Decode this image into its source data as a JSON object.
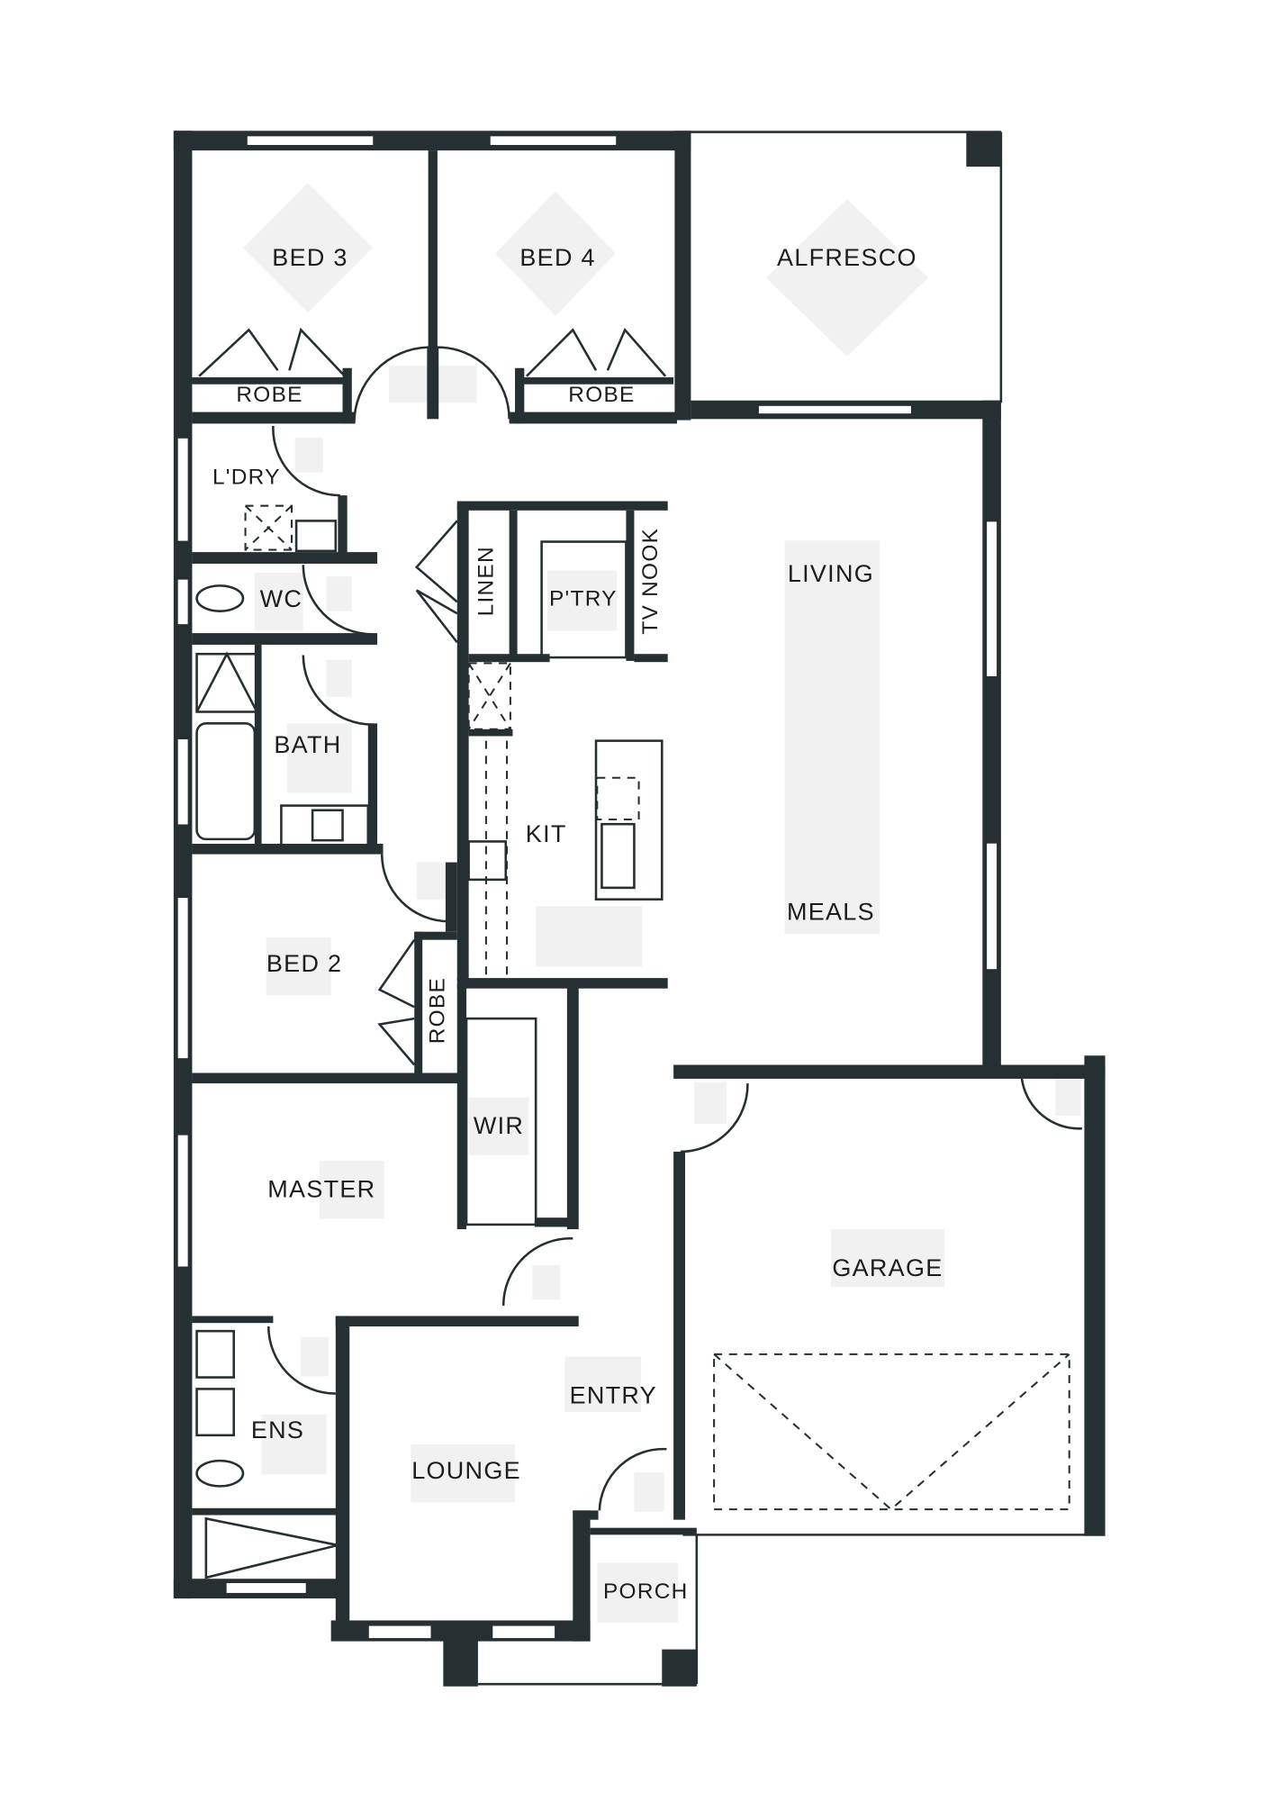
{
  "rooms": {
    "bed3": "BED 3",
    "bed4": "BED 4",
    "alfresco": "ALFRESCO",
    "robe1": "ROBE",
    "robe2": "ROBE",
    "laundry": "L'DRY",
    "wc": "WC",
    "linen": "LINEN",
    "pantry": "P'TRY",
    "tv_nook": "TV NOOK",
    "living": "LIVING",
    "bath": "BATH",
    "kit": "KIT",
    "meals": "MEALS",
    "bed2": "BED 2",
    "robe3": "ROBE",
    "wir": "WIR",
    "master": "MASTER",
    "garage": "GARAGE",
    "ens": "ENS",
    "entry": "ENTRY",
    "lounge": "LOUNGE",
    "porch": "PORCH"
  }
}
